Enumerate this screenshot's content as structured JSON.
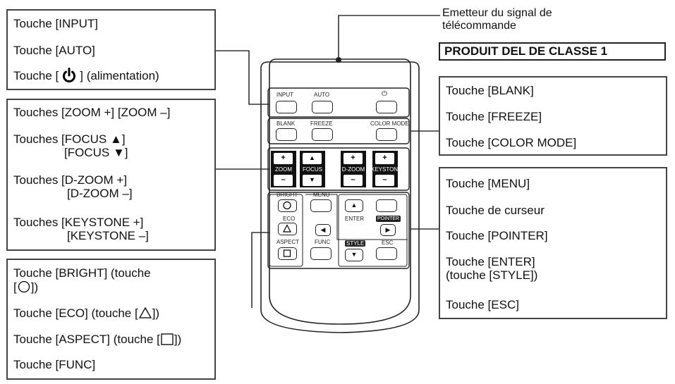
{
  "emitter": {
    "line1": "Emetteur du signal de",
    "line2": "télécommande"
  },
  "warning": "PRODUIT DEL DE CLASSE 1",
  "box_power": {
    "input": "Touche [INPUT]",
    "auto": "Touche [AUTO]",
    "power_pre": "Touche [",
    "power_post": "] (alimentation)"
  },
  "box_zoom": {
    "zoom": "Touches [ZOOM +] [ZOOM –]",
    "focus1": "Touches [FOCUS ▲]",
    "focus2": "[FOCUS ▼]",
    "dzoom1": "Touches [D-ZOOM +]",
    "dzoom2": "[D-ZOOM –]",
    "key1": "Touches [KEYSTONE +]",
    "key2": "[KEYSTONE –]"
  },
  "box_bright": {
    "bright1": "Touche [BRIGHT] (touche",
    "bright2_pre": "[",
    "bright2_post": "])",
    "eco_pre": "Touche [ECO] (touche [",
    "eco_post": "])",
    "aspect_pre": "Touche [ASPECT] (touche [",
    "aspect_post": "])",
    "func": "Touche [FUNC]"
  },
  "box_blank": {
    "blank": "Touche [BLANK]",
    "freeze": "Touche [FREEZE]",
    "color": "Touche [COLOR MODE]"
  },
  "box_menu": {
    "menu": "Touche [MENU]",
    "cursor": "Touche de curseur",
    "pointer": "Touche [POINTER]",
    "enter1": "Touche [ENTER]",
    "enter2": "(touche [STYLE])",
    "esc": "Touche [ESC]"
  },
  "remote": {
    "input": "INPUT",
    "auto": "AUTO",
    "power": "⏻",
    "blank": "BLANK",
    "freeze": "FREEZE",
    "colormode": "COLOR MODE",
    "zoom": "ZOOM",
    "focus": "FOCUS",
    "dzoom": "D-ZOOM",
    "keystone": "KEYSTONE",
    "plus": "+",
    "minus": "–",
    "up": "▲",
    "down": "▼",
    "left": "◀",
    "right": "▶",
    "bright": "BRIGHT",
    "menu": "MENU",
    "eco": "ECO",
    "enter": "ENTER",
    "pointer": "POINTER",
    "aspect": "ASPECT",
    "func": "FUNC",
    "style": "STYLE",
    "esc": "ESC"
  }
}
